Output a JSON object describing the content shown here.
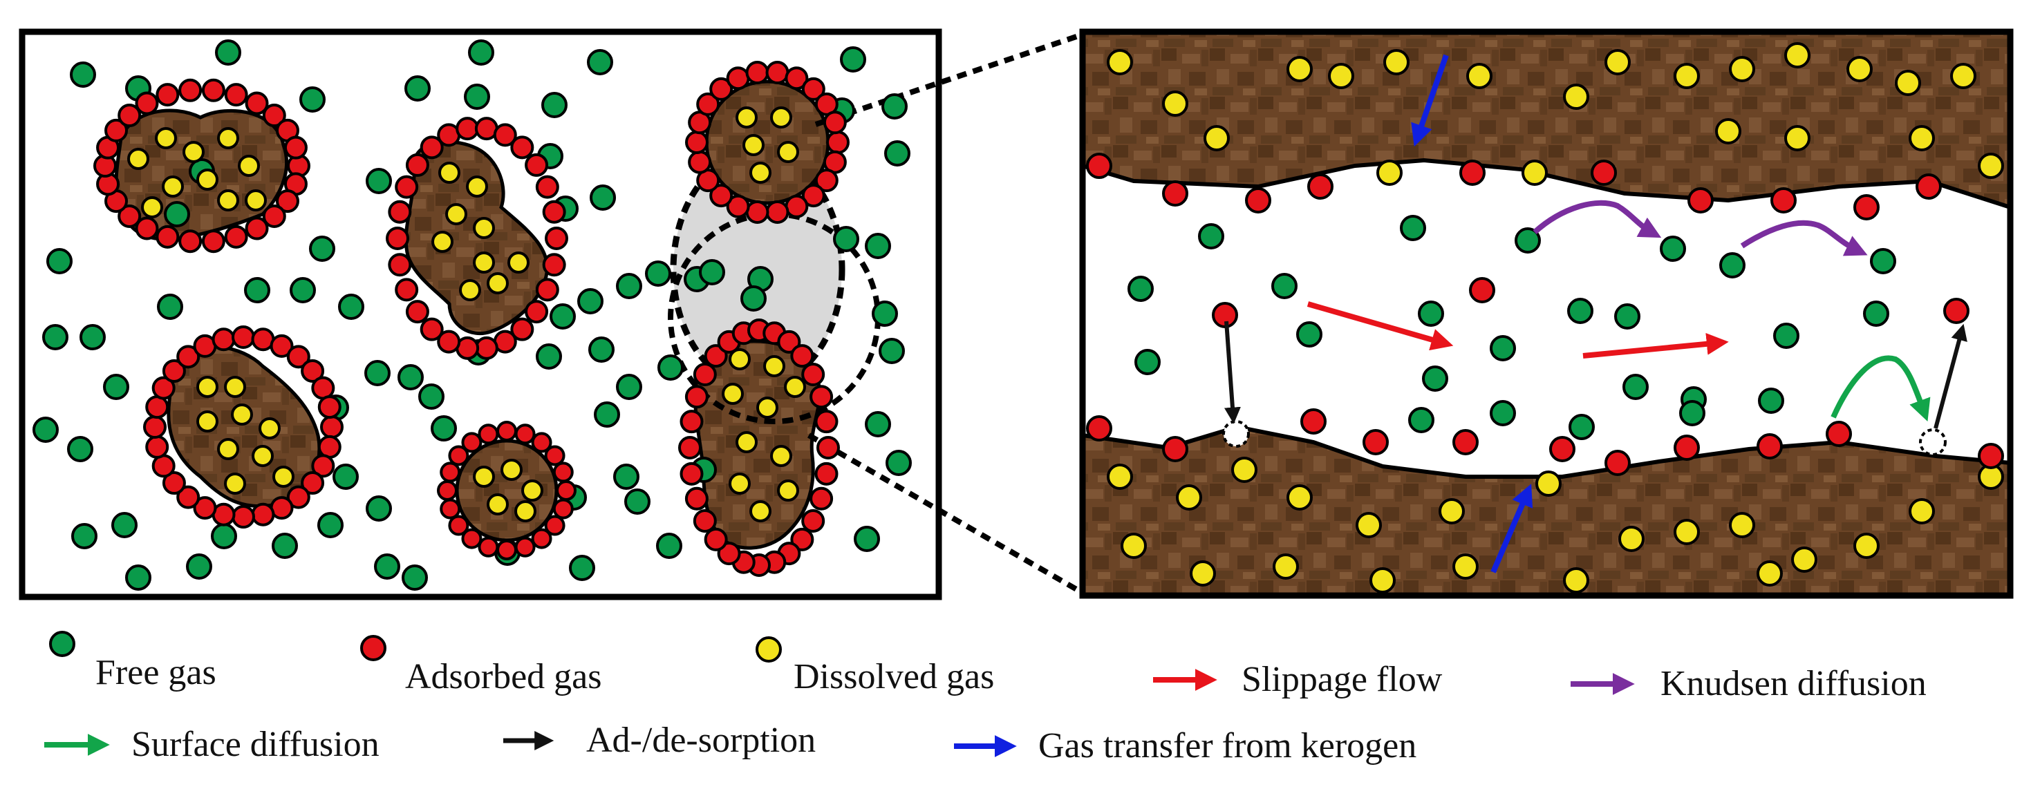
{
  "colors": {
    "free_gas": "#0a9a4a",
    "adsorbed_gas": "#e4141b",
    "dissolved_gas": "#f2e21c",
    "kerogen": "#6b4426",
    "kerogen_dark": "#4a2d16",
    "kerogen_light": "#8a6040",
    "slippage_flow": "#e8141b",
    "knudsen_diffusion": "#7a2e9e",
    "surface_diffusion": "#12a54a",
    "adsorption": "#111111",
    "gas_transfer": "#1020e0",
    "pore_fill": "#d9d9d9"
  },
  "legend": {
    "free_gas": "Free gas",
    "adsorbed_gas": "Adsorbed gas",
    "dissolved_gas": "Dissolved gas",
    "slippage_flow": "Slippage flow",
    "knudsen_diffusion": "Knudsen diffusion",
    "surface_diffusion": "Surface diffusion",
    "adsorption": "Ad-/de-sorption",
    "gas_transfer": "Gas transfer from kerogen"
  },
  "icons": {
    "free_gas": "green-circle-icon",
    "adsorbed_gas": "red-circle-icon",
    "dissolved_gas": "yellow-circle-icon",
    "arrows": "arrow-icon"
  }
}
